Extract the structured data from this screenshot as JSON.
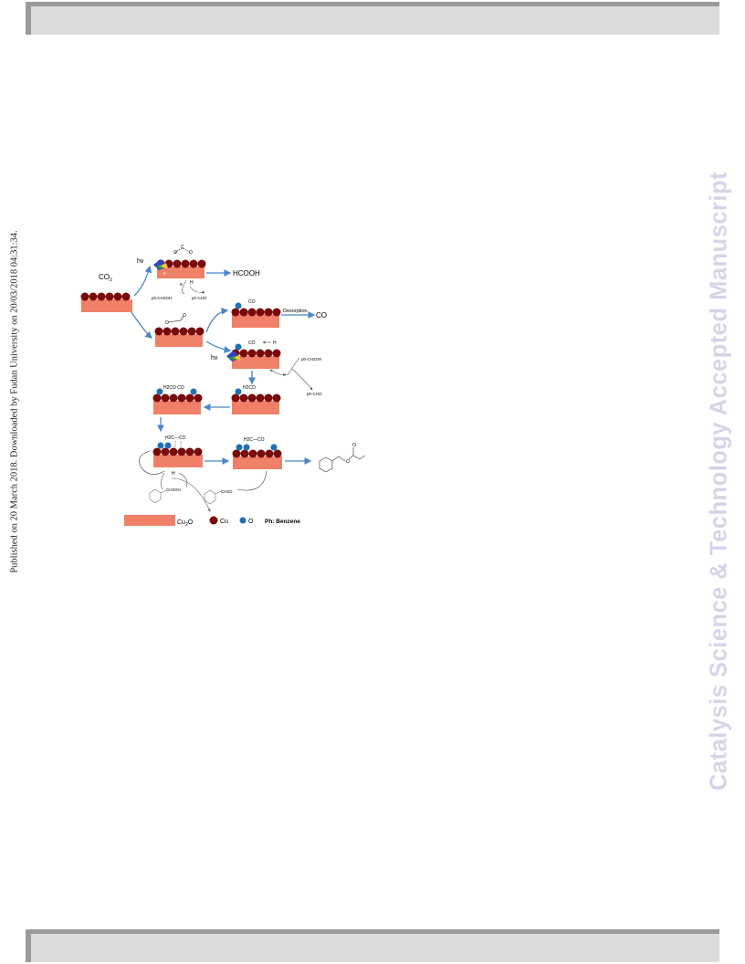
{
  "sidebar_text": "Published on 20 March 2018. Downloaded by Fudan University on 20/03/2018 04:31:34.",
  "watermark_text": "Catalysis Science & Technology Accepted Manuscript",
  "figure": {
    "labels": {
      "co2": "CO",
      "co2_sub": "2",
      "hv": "hv",
      "hcooh": "HCOOH",
      "desorption": "Desorption",
      "co_product": "CO",
      "co": "CO",
      "e_minus": "e",
      "h_plus": "H",
      "ph_ch2oh": "ph-CH2OH",
      "ph_cho": "ph-CHO",
      "h2co": "H2CO",
      "h2co_co": "H2CO CO",
      "h2c_co": "H2C—CO",
      "ch2oh": "CH2OH",
      "ch2o_minus": "CH2O",
      "o": "O",
      "c": "C"
    },
    "legend": {
      "cu2o": "Cu",
      "cu2o_sub": "2",
      "cu2o_tail": "O",
      "cu": "Cu",
      "o": "O",
      "ph": "Ph: Benzene"
    },
    "colors": {
      "cu2o": "#f08068",
      "cu": "#7a0a0a",
      "o": "#1f6fb5",
      "arrow": "#4a86c5"
    }
  }
}
